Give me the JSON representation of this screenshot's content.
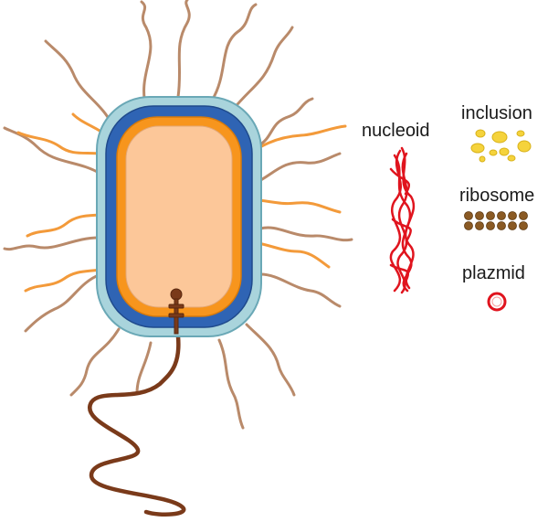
{
  "labels": {
    "nucleoid": "nucleoid",
    "inclusion": "inclusion",
    "ribosome": "ribosome",
    "plazmid": "plazmid"
  },
  "colors": {
    "capsule": "#a9d4dc",
    "cell_wall": "#2f64b4",
    "membrane": "#f7951d",
    "cytoplasm": "#fcc799",
    "pili": "#b98a6a",
    "fimbriae": "#f39a3a",
    "flagellum": "#7a3a1a",
    "nucleoid": "#e0141e",
    "inclusion": "#f5d33c",
    "ribosome": "#8a5a24",
    "plazmid": "#e0141e"
  },
  "icons": [
    "nucleoid-icon",
    "inclusion-icon",
    "ribosome-icon",
    "plazmid-icon"
  ]
}
